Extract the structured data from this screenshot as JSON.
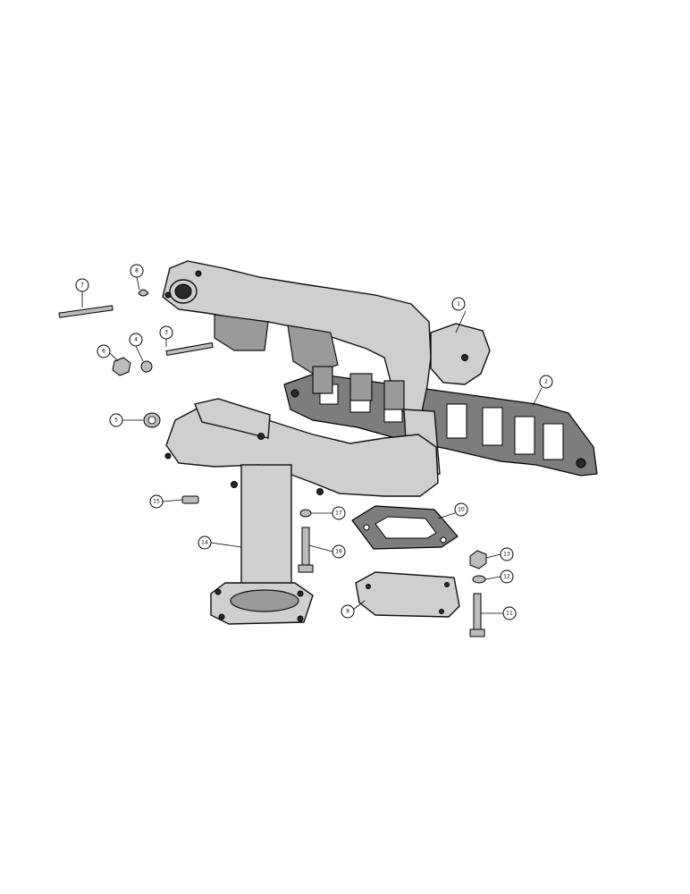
{
  "callouts": [
    {
      "id": "1",
      "label": "1"
    },
    {
      "id": "2",
      "label": "2"
    },
    {
      "id": "3",
      "label": "3"
    },
    {
      "id": "4",
      "label": "4"
    },
    {
      "id": "5",
      "label": "5"
    },
    {
      "id": "6",
      "label": "6"
    },
    {
      "id": "7",
      "label": "7"
    },
    {
      "id": "8",
      "label": "8"
    },
    {
      "id": "9",
      "label": "9"
    },
    {
      "id": "10",
      "label": "10"
    },
    {
      "id": "11",
      "label": "11"
    },
    {
      "id": "12",
      "label": "12"
    },
    {
      "id": "13",
      "label": "13"
    },
    {
      "id": "14",
      "label": "14"
    },
    {
      "id": "15",
      "label": "15"
    },
    {
      "id": "16",
      "label": "16"
    },
    {
      "id": "17",
      "label": "17"
    }
  ],
  "colors": {
    "background": "#ffffff",
    "casting": "#cfcfcf",
    "gasket": "#7d7d7d",
    "ink": "#000000"
  }
}
